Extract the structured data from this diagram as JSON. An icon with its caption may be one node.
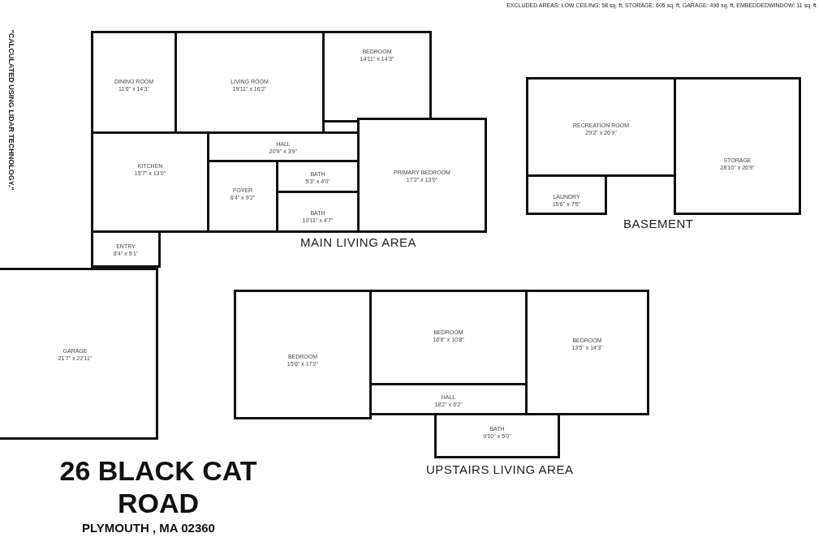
{
  "diagram": {
    "title": "26 BLACK CAT ROAD",
    "nodes": [
      {
        "text": [
          "MAIN LIVING AREA"
        ]
      },
      {
        "text": [
          "DINING ROOM",
          "11'6\" x 14'3\""
        ],
        "in": 0
      },
      {
        "text": [
          "LIVING ROOM",
          "19'11\" x 16'2\""
        ],
        "in": 0
      },
      {
        "text": [
          "BEDROOM",
          "14'11\" x 14'3\""
        ],
        "in": 0
      },
      {
        "text": [
          "KITCHEN",
          "15'7\" x 13'0\""
        ],
        "in": 0
      },
      {
        "text": [
          "HALL",
          "20'9\" x 3'9\""
        ],
        "in": 0
      },
      {
        "text": [
          "FOYER",
          "6'4\" x 9'2\""
        ],
        "in": 0
      },
      {
        "text": [
          "BATH",
          "5'3\" x 4'0\""
        ],
        "in": 0
      },
      {
        "text": [
          "PRIMARY BEDROOM",
          "17'2\" x 13'0\""
        ],
        "in": 0
      },
      {
        "text": [
          "BATH",
          "10'11\" x 4'7\""
        ],
        "in": 0
      },
      {
        "text": [
          "ENTRY",
          "8'4\" x 5'1\""
        ],
        "in": 0
      },
      {
        "text": [
          "GARAGE",
          "21'7\" x 22'11\""
        ]
      },
      {
        "text": [
          "BASEMENT"
        ]
      },
      {
        "text": [
          "RECREATION ROOM",
          "29'2\" x 26'9\""
        ],
        "in": 12
      },
      {
        "text": [
          "LAUNDRY",
          "15'6\" x 7'5\""
        ],
        "in": 12
      },
      {
        "text": [
          "STORAGE",
          "28'10\" x 26'9\""
        ],
        "in": 12
      },
      {
        "text": [
          "UPSTAIRS LIVING AREA"
        ]
      },
      {
        "text": [
          "BEDROOM",
          "15'6\" x 17'2\""
        ],
        "in": 16
      },
      {
        "text": [
          "BEDROOM",
          "16'6\" x 10'8\""
        ],
        "in": 16
      },
      {
        "text": [
          "BEDROOM",
          "13'5\" x 14'3\""
        ],
        "in": 16
      },
      {
        "text": [
          "HALL",
          "18'2\" x 6'2\""
        ],
        "in": 16
      },
      {
        "text": [
          "BATH",
          "9'10\" x 5'0\""
        ],
        "in": 16
      }
    ],
    "labels": [
      "EXCLUDED AREAS: LOW CEILING: 58 sq. ft, STORAGE: 605 sq. ft, GARAGE: 496 sq. ft, EMBEDDEDWINDOW: 11 sq. ft",
      "\"CALCULATED USING LIDAR TECHNOLOGY.\"",
      "PLYMOUTH , MA 02360"
    ]
  }
}
